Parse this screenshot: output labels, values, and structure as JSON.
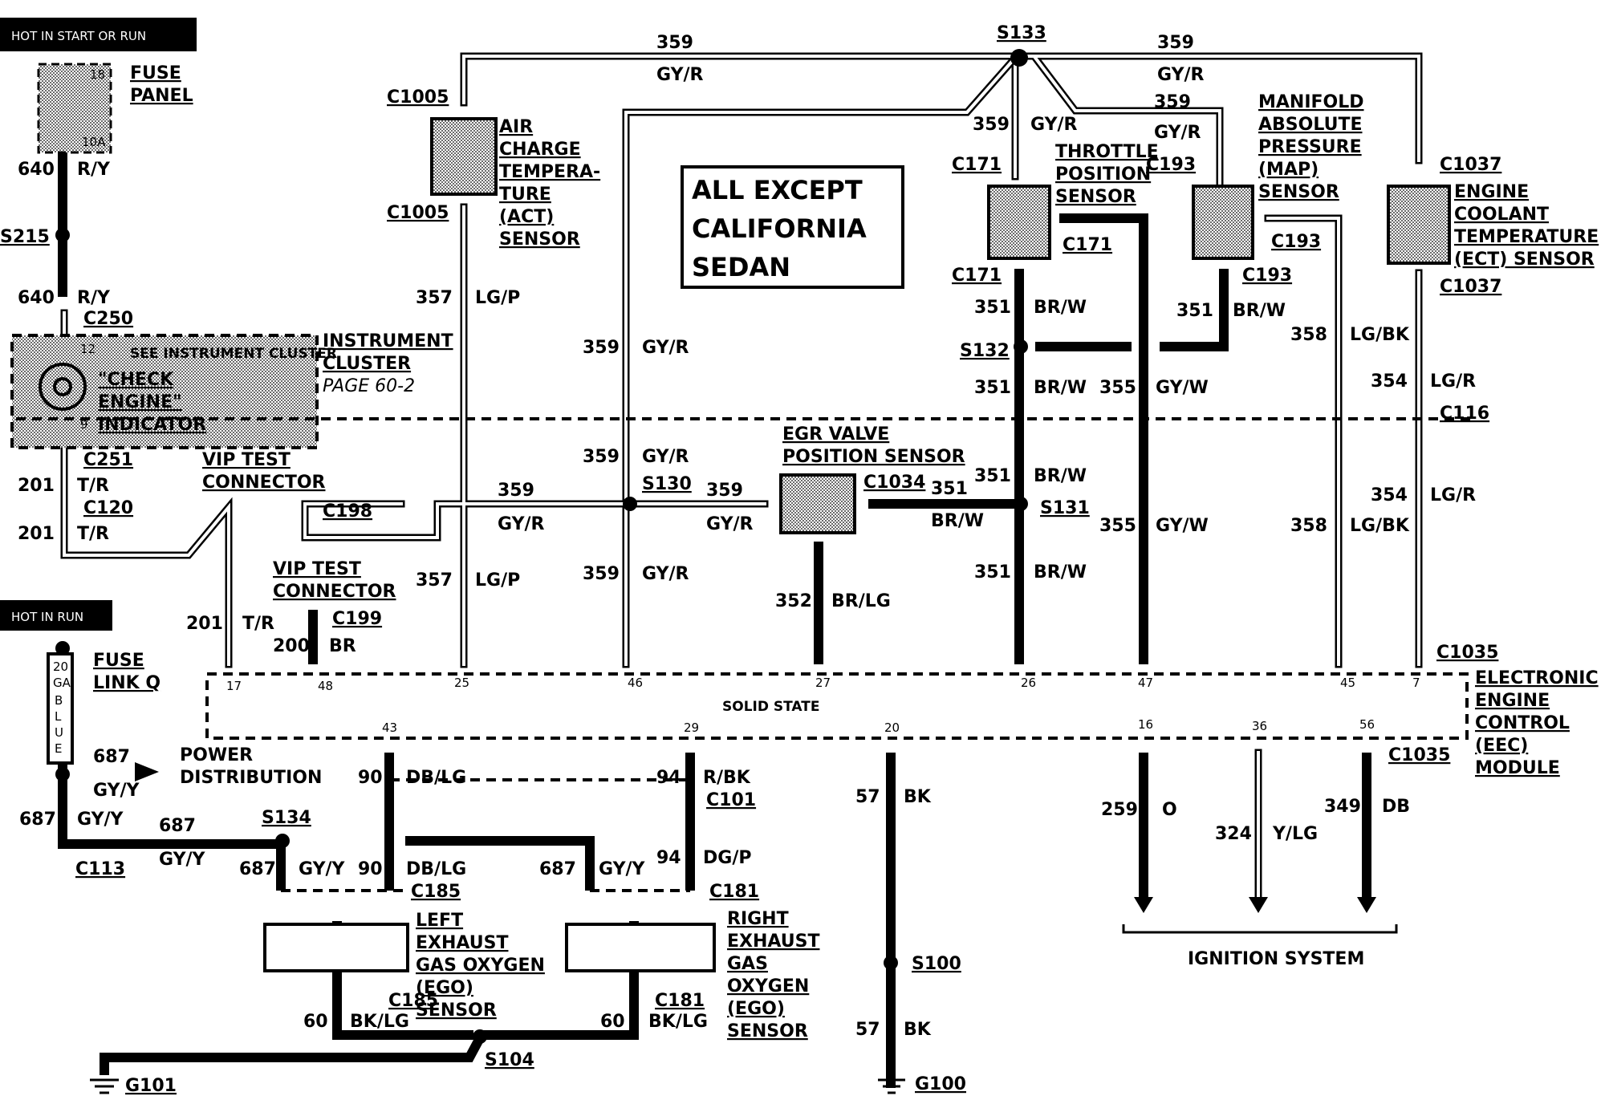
{
  "title_box": [
    "ALL EXCEPT",
    "CALIFORNIA",
    "SEDAN"
  ],
  "headers": {
    "hot_start_run": "HOT IN START OR RUN",
    "hot_run": "HOT IN RUN"
  },
  "fuse_panel": {
    "label": [
      "FUSE",
      "PANEL"
    ],
    "slot": "18",
    "rating": "10A"
  },
  "instrument_cluster": {
    "label": [
      "INSTRUMENT",
      "CLUSTER"
    ],
    "page_ref": "PAGE 60-2",
    "see_note": "SEE INSTRUMENT CLUSTER",
    "indicator": [
      "\"CHECK",
      "ENGINE\"",
      "INDICATOR"
    ],
    "pin_top": "12",
    "pin_bottom": "9"
  },
  "fuse_link": {
    "label": [
      "FUSE",
      "LINK Q"
    ],
    "gauge": [
      "20",
      "GA",
      "B",
      "L",
      "U",
      "E"
    ]
  },
  "power_distribution": [
    "POWER",
    "DISTRIBUTION"
  ],
  "vip_test_connector": [
    "VIP TEST",
    "CONNECTOR"
  ],
  "sensors": {
    "act": [
      "AIR",
      "CHARGE",
      "TEMPERA-",
      "TURE",
      "(ACT)",
      "SENSOR"
    ],
    "tps": [
      "THROTTLE",
      "POSITION",
      "SENSOR"
    ],
    "map": [
      "MANIFOLD",
      "ABSOLUTE",
      "PRESSURE",
      "(MAP)",
      "SENSOR"
    ],
    "ect": [
      "ENGINE",
      "COOLANT",
      "TEMPERATURE",
      "(ECT)  SENSOR"
    ],
    "egr": [
      "EGR VALVE",
      "POSITION SENSOR"
    ],
    "left_ego": [
      "LEFT",
      "EXHAUST",
      "GAS OXYGEN",
      "(EGO)",
      "SENSOR"
    ],
    "right_ego": [
      "RIGHT",
      "EXHAUST",
      "GAS",
      "OXYGEN",
      "(EGO)",
      "SENSOR"
    ]
  },
  "eec": {
    "label": [
      "ELECTRONIC",
      "ENGINE",
      "CONTROL",
      "(EEC)",
      "MODULE"
    ],
    "solid_state": "SOLID STATE"
  },
  "ignition_system": "IGNITION SYSTEM",
  "connectors": [
    "C1005",
    "C1005",
    "S133",
    "C171",
    "C171",
    "C171",
    "C193",
    "C193",
    "C193",
    "C1037",
    "C1037",
    "S132",
    "C116",
    "S130",
    "C1034",
    "S131",
    "C1035",
    "C1035",
    "C250",
    "C251",
    "C120",
    "C198",
    "C199",
    "C101",
    "C185",
    "C181",
    "C113",
    "S134",
    "S104",
    "S100",
    "G101",
    "G100",
    "S215"
  ],
  "circuits": [
    {
      "id": "640",
      "color": "R/Y"
    },
    {
      "id": "201",
      "color": "T/R"
    },
    {
      "id": "687",
      "color": "GY/Y"
    },
    {
      "id": "359",
      "color": "GY/R"
    },
    {
      "id": "357",
      "color": "LG/P"
    },
    {
      "id": "351",
      "color": "BR/W"
    },
    {
      "id": "355",
      "color": "GY/W"
    },
    {
      "id": "358",
      "color": "LG/BK"
    },
    {
      "id": "354",
      "color": "LG/R"
    },
    {
      "id": "352",
      "color": "BR/LG"
    },
    {
      "id": "200",
      "color": "BR"
    },
    {
      "id": "90",
      "color": "DB/LG"
    },
    {
      "id": "94",
      "color": "R/BK"
    },
    {
      "id": "94",
      "color": "DG/P"
    },
    {
      "id": "57",
      "color": "BK"
    },
    {
      "id": "259",
      "color": "O"
    },
    {
      "id": "324",
      "color": "Y/LG"
    },
    {
      "id": "349",
      "color": "DB"
    },
    {
      "id": "60",
      "color": "BK/LG"
    }
  ],
  "eec_pins_top": [
    "17",
    "48",
    "25",
    "46",
    "27",
    "26",
    "47",
    "45",
    "7"
  ],
  "eec_pins_bottom": [
    "43",
    "29",
    "20",
    "16",
    "36",
    "56"
  ]
}
